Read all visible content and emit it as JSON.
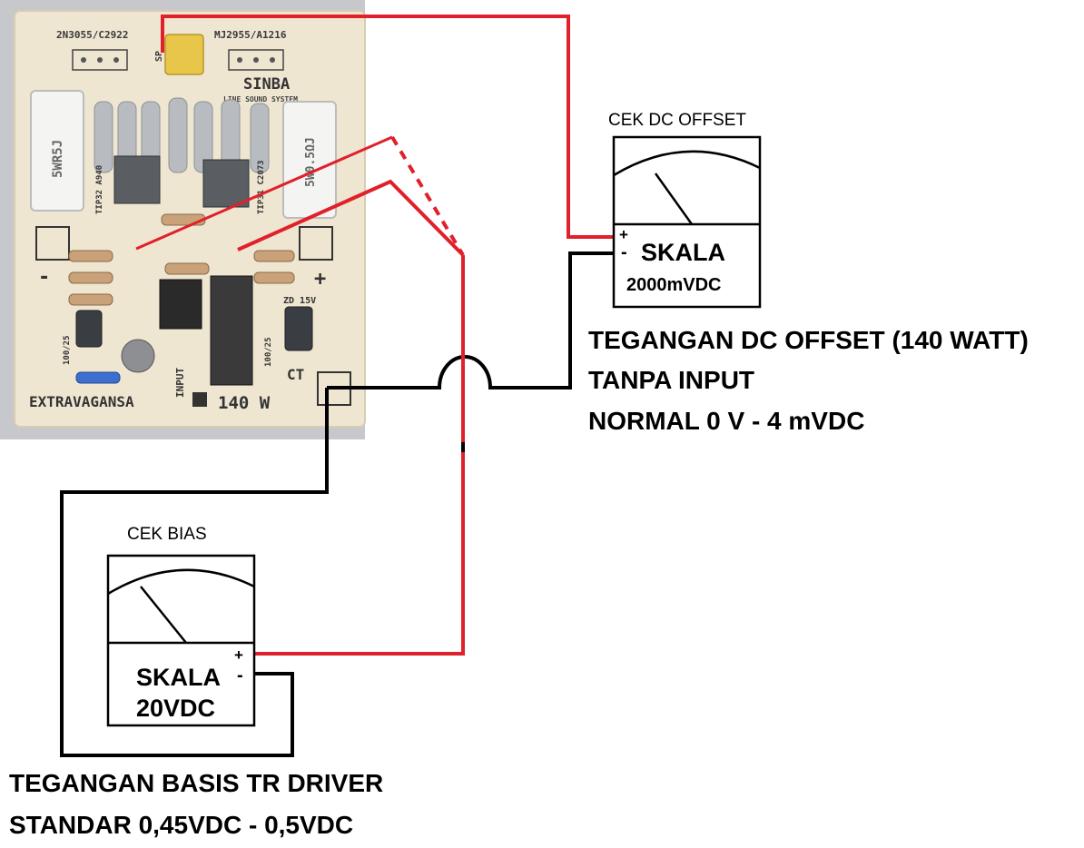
{
  "pcb": {
    "top_left_label": "2N3055/C2922",
    "top_right_label": "MJ2955/A1216",
    "sp_label": "SP",
    "brand": "SINBA",
    "brand_sub": "LINE SOUND SYSTEM",
    "left_resistor": "5WR5J",
    "right_resistor": "5W0.5ΩJ",
    "left_transistor": "TIP32 A940",
    "right_transistor": "TIP31 C2073",
    "zener": "ZD 15V",
    "left_cap": "100/25",
    "right_cap": "100/25",
    "minus_sign": "-",
    "plus_sign": "+",
    "input_label": "INPUT",
    "ct_label": "CT",
    "model": "EXTRAVAGANSA",
    "power": "140 W"
  },
  "meter_dc_offset": {
    "title": "CEK DC OFFSET",
    "plus": "+",
    "minus": "-",
    "scale_label": "SKALA",
    "scale_value": "2000mVDC"
  },
  "meter_bias": {
    "title": "CEK BIAS",
    "plus": "+",
    "minus": "-",
    "scale_label": "SKALA",
    "scale_value": "20VDC"
  },
  "notes": {
    "dc_offset_line1": "TEGANGAN DC OFFSET (140 WATT)",
    "dc_offset_line2": "TANPA INPUT",
    "dc_offset_line3": "NORMAL 0 V - 4 mVDC",
    "bias_line1": "TEGANGAN BASIS TR DRIVER",
    "bias_line2": "STANDAR 0,45VDC - 0,5VDC"
  },
  "colors": {
    "wire_positive": "#e0202a",
    "wire_negative": "#000000",
    "pcb_board": "#efe6d2",
    "photo_background": "#c6c8cc"
  }
}
